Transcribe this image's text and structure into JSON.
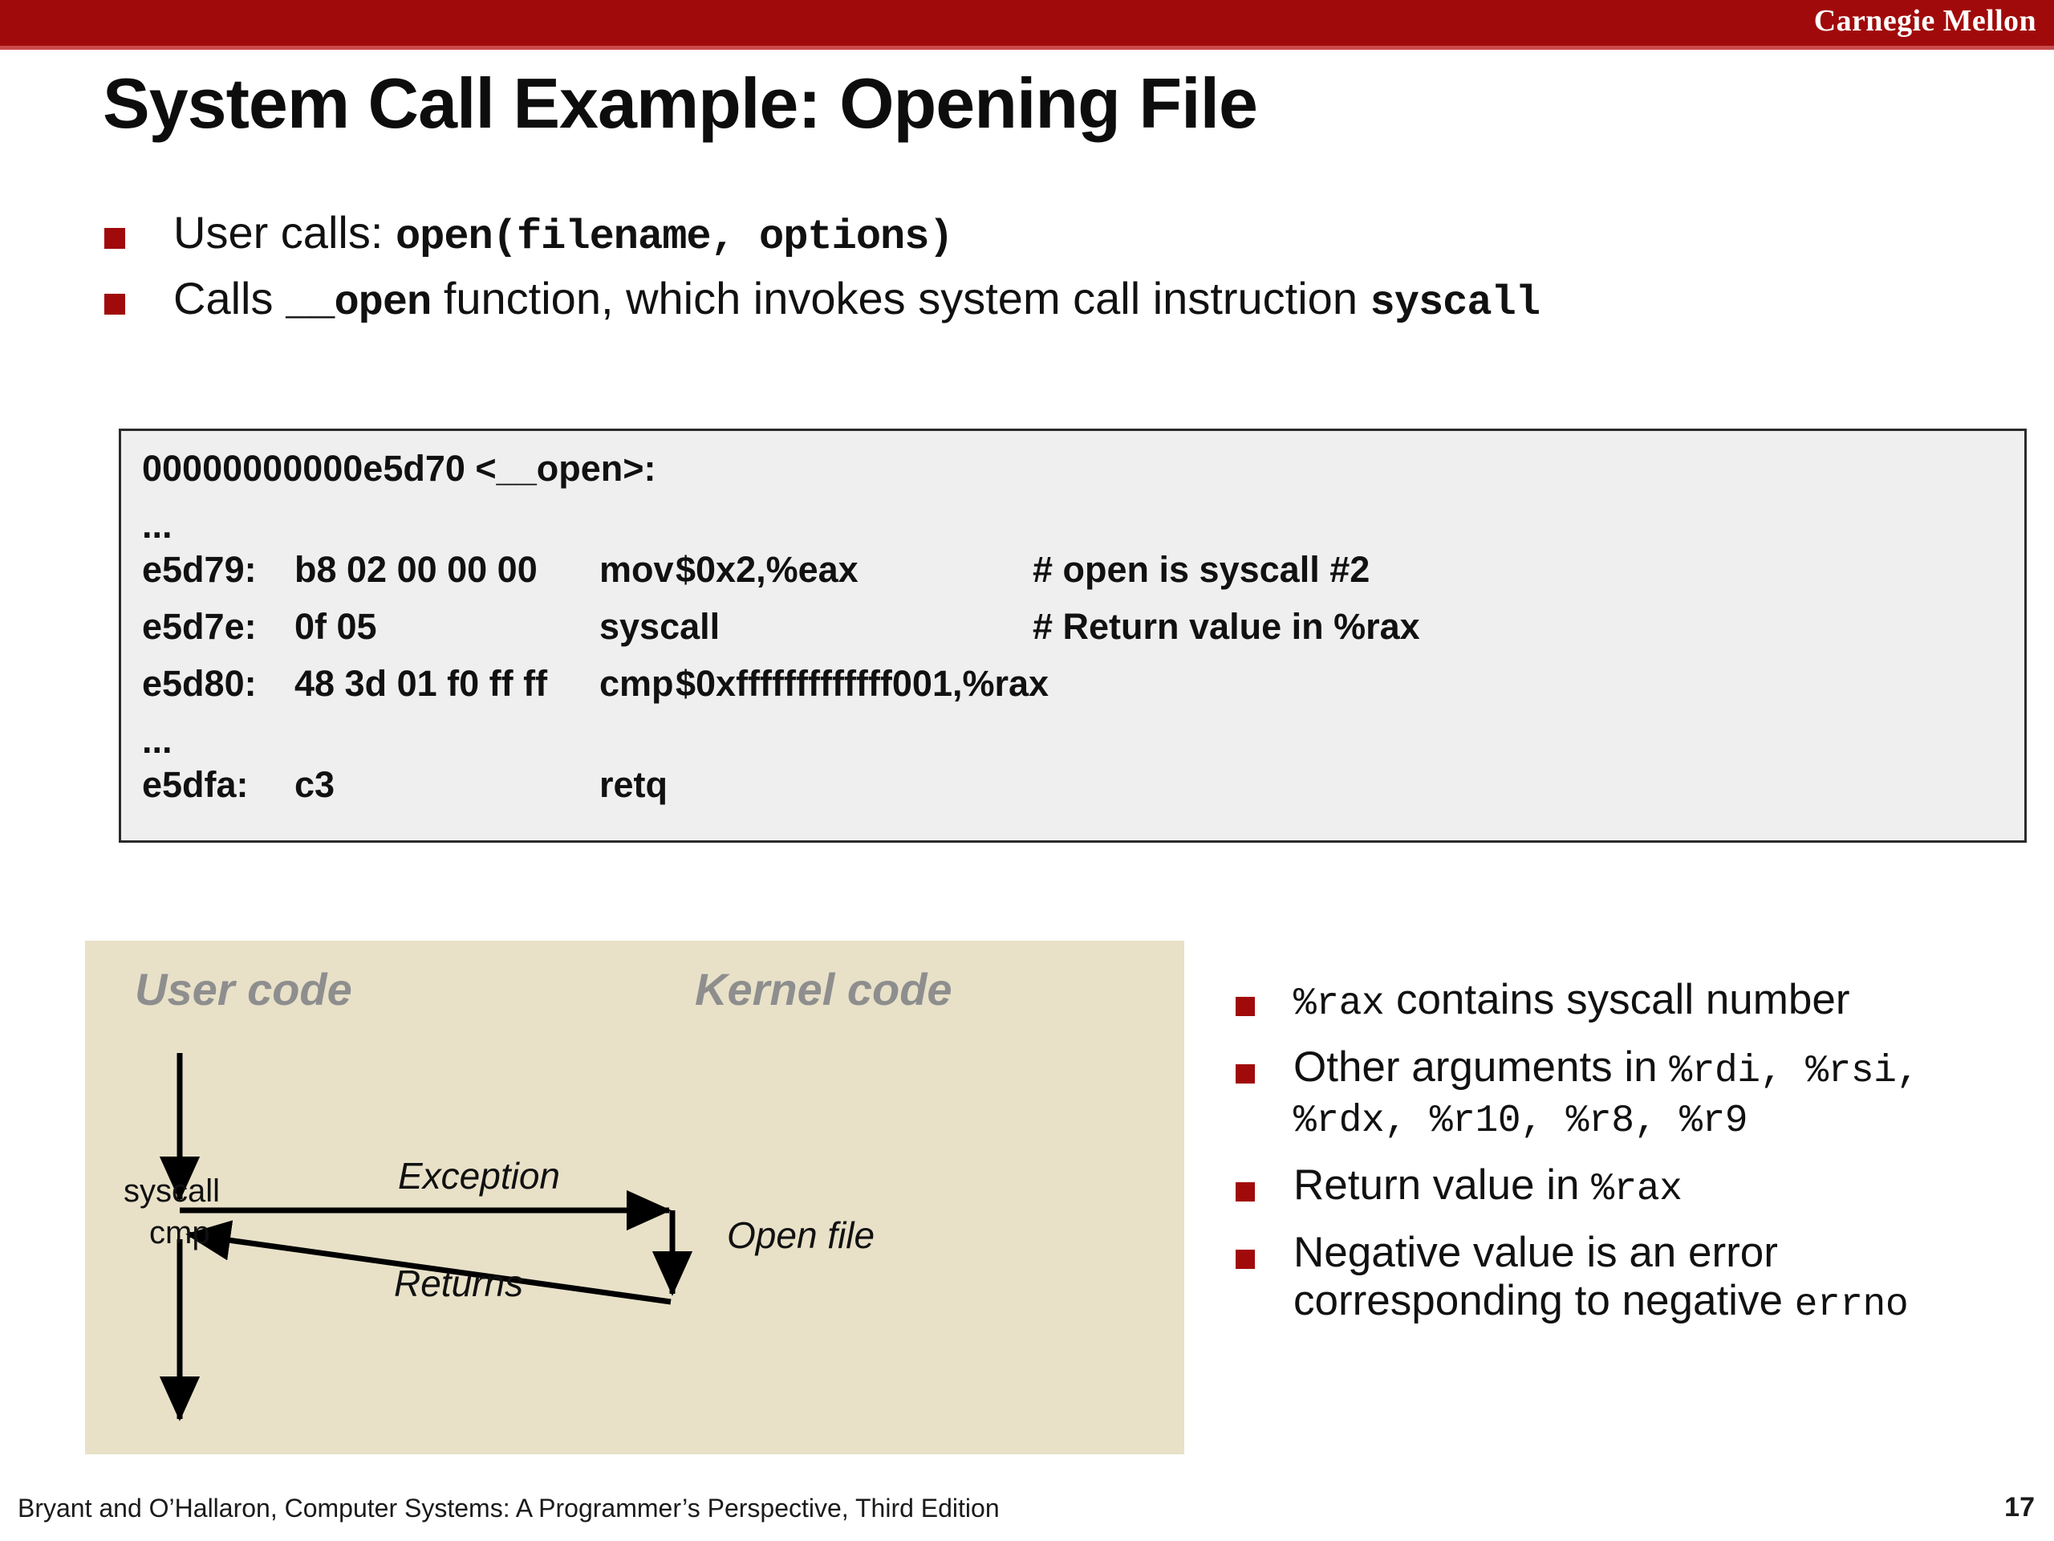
{
  "header": {
    "logo_text": "Carnegie Mellon",
    "band_color": "#A10A0A"
  },
  "title": "System Call Example: Opening File",
  "top_bullets": [
    {
      "prefix": "User calls: ",
      "code": "open(filename, options)",
      "suffix": ""
    },
    {
      "prefix": "Calls ",
      "code": "__open",
      "middle": " function, which invokes system call instruction ",
      "code2": "syscall",
      "suffix": ""
    }
  ],
  "code_block": {
    "header_line": "00000000000e5d70 <__open>:",
    "ellipsis_top": "...",
    "lines": [
      {
        "addr": "e5d79:",
        "bytes": "b8 02 00 00 00",
        "mnemonic": "mov",
        "operands": "$0x2,%eax",
        "comment": "# open is syscall #2"
      },
      {
        "addr": "e5d7e:",
        "bytes": "0f 05",
        "mnemonic": "syscall",
        "operands": "",
        "comment": "# Return value in %rax"
      },
      {
        "addr": "e5d80:",
        "bytes": "48 3d 01 f0 ff ff",
        "mnemonic": "cmp",
        "operands": "$0xfffffffffffff001,%rax",
        "comment": ""
      }
    ],
    "ellipsis_bottom": "...",
    "last_line": {
      "addr": "e5dfa:",
      "bytes": "c3",
      "mnemonic": "retq",
      "operands": "",
      "comment": ""
    }
  },
  "diagram": {
    "user_code_label": "User code",
    "kernel_code_label": "Kernel code",
    "syscall_label": "syscall",
    "cmp_label": "cmp",
    "exception_label": "Exception",
    "returns_label": "Returns",
    "open_file_label": "Open file",
    "background_color": "#E8E1C8"
  },
  "right_bullets": [
    {
      "code": "%rax",
      "text": "  contains syscall number"
    },
    {
      "text": "Other arguments in ",
      "code_list": "%rdi, %rsi, %rdx, %r10, %r8, %r9"
    },
    {
      "text": "Return value in ",
      "code": "%rax"
    },
    {
      "text": "Negative value is an error corresponding to negative ",
      "code": "errno"
    }
  ],
  "footer": {
    "citation": "Bryant and O’Hallaron, Computer Systems: A Programmer’s Perspective, Third Edition",
    "page_number": "17"
  }
}
